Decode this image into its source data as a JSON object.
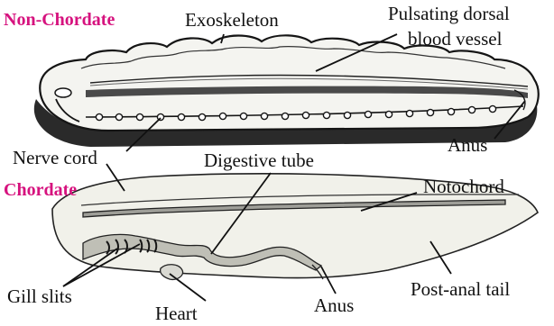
{
  "headings": {
    "non_chordate": "Non-Chordate",
    "chordate": "Chordate"
  },
  "labels": {
    "exoskeleton": "Exoskeleton",
    "dorsal_vessel_line1": "Pulsating dorsal",
    "dorsal_vessel_line2": "blood vessel",
    "anus_top": "Anus",
    "nerve_cord": "Nerve cord",
    "digestive_tube": "Digestive tube",
    "notochord": "Notochord",
    "gill_slits": "Gill slits",
    "heart": "Heart",
    "anus_bottom": "Anus",
    "post_anal_tail": "Post-anal tail"
  },
  "colors": {
    "heading": "#d6127e",
    "label": "#111111",
    "worm_body": "#f4f4f0",
    "worm_outline": "#151515",
    "worm_shadow": "#2a2a2a",
    "chordate_body": "#f1f1ea",
    "notochord": "#9e9e98"
  }
}
